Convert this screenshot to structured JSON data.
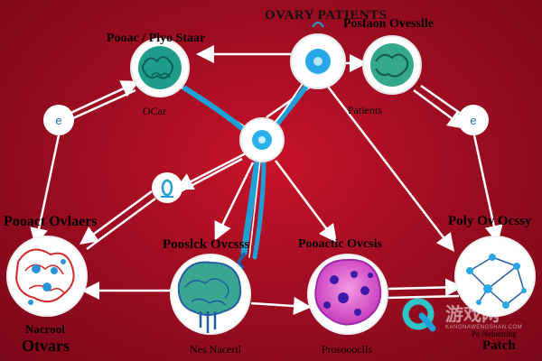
{
  "labels": {
    "title": "OVARY PATIENTS",
    "top_left": "Pooac / Plyo Staar",
    "top_right": "Posfaon Ovesslle",
    "ocar": "OCar",
    "patients": "Patients",
    "left": "Pooact Ovlaers",
    "bottom_left_1": "Nacrool",
    "bottom_left_2": "Otvars",
    "bottom_center_left": "Pooslck Ovcsss",
    "bottom_center_left_2": "Nes Naceril",
    "bottom_center_right": "Pooactic Ovcsis",
    "bottom_center_right_2": "Prosoooclls",
    "right": "Poly Ov Ocssy",
    "bottom_right_1": "Pe Nelnerting",
    "bottom_right_2": "Patch"
  },
  "watermark": {
    "text": "游戏网",
    "subtext": "KANGNAWENGSHAN.COM"
  },
  "colors": {
    "background": "#b0102a",
    "node_fill": "#ffffff",
    "accent_blue": "#1e9fd8",
    "arrow": "#ffffff"
  }
}
